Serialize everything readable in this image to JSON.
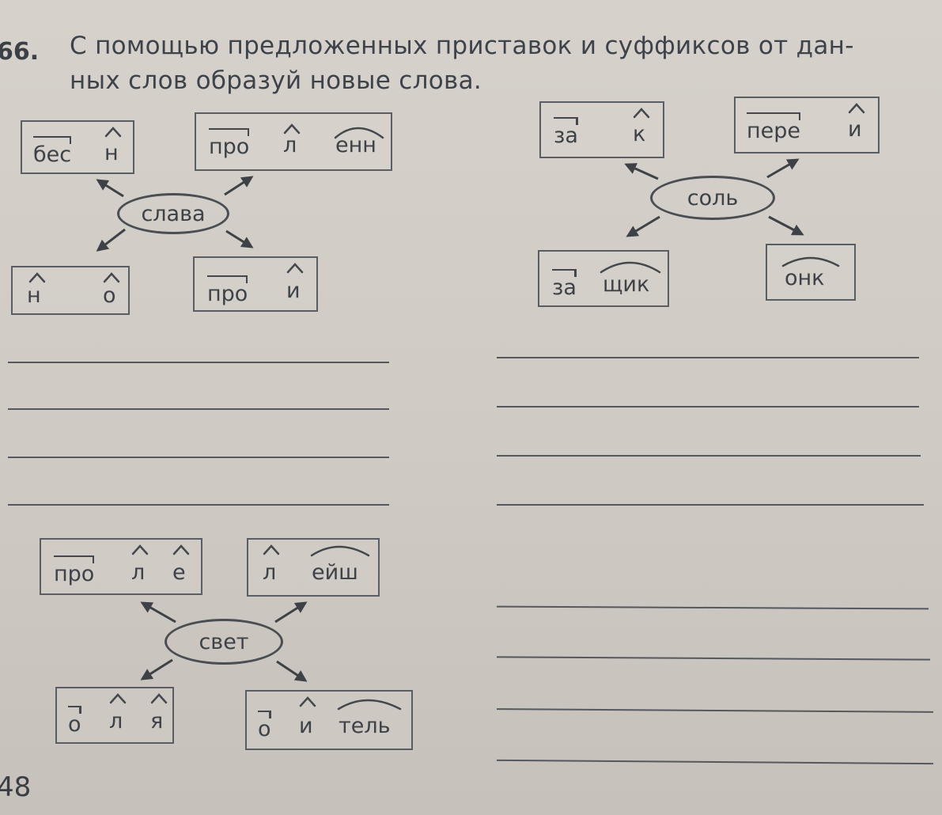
{
  "exercise": {
    "number": "66.",
    "text_line1": "С помощью предложенных приставок и суффиксов от дан-",
    "text_line2": "ных слов образуй новые слова."
  },
  "clusters": [
    {
      "root": "слава",
      "boxes": [
        {
          "parts": [
            "бес",
            "н"
          ]
        },
        {
          "parts": [
            "про",
            "л",
            "енн"
          ]
        },
        {
          "parts": [
            "н",
            "о"
          ]
        },
        {
          "parts": [
            "про",
            "и"
          ]
        }
      ]
    },
    {
      "root": "соль",
      "boxes": [
        {
          "parts": [
            "за",
            "к"
          ]
        },
        {
          "parts": [
            "пере",
            "и"
          ]
        },
        {
          "parts": [
            "за",
            "щик"
          ]
        },
        {
          "parts": [
            "онк"
          ]
        }
      ]
    },
    {
      "root": "свет",
      "boxes": [
        {
          "parts": [
            "про",
            "л",
            "е"
          ]
        },
        {
          "parts": [
            "л",
            "ейш"
          ]
        },
        {
          "parts": [
            "о",
            "л",
            "я"
          ]
        },
        {
          "parts": [
            "о",
            "и",
            "тель"
          ]
        }
      ]
    }
  ],
  "page_number": "48"
}
